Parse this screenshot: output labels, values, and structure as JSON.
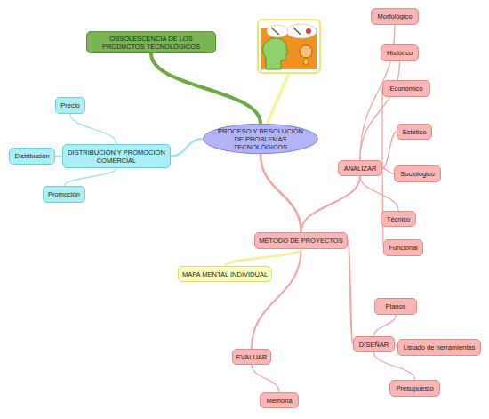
{
  "diagram": {
    "nodes": [
      {
        "text": [
          "PROCESO Y RESOLUCIÓN DE PROBLEMAS TECNOLÓGICOS"
        ]
      },
      {
        "text": [
          "OBSOLESCENCIA DE LOS PRODUCTOS TECNOLÓGICOS"
        ]
      },
      {
        "text": [
          "DISTRIBUCIÓN Y PROMOCIÓN COMERCIAL"
        ]
      },
      {
        "text": [
          "Precio"
        ]
      },
      {
        "text": [
          "Distribución"
        ]
      },
      {
        "text": [
          "Promoción"
        ]
      },
      {
        "text": [
          "MÉTODO DE PROYECTOS"
        ]
      },
      {
        "text": [
          "ANALIZAR"
        ]
      },
      {
        "text": [
          "Morfológico"
        ]
      },
      {
        "text": [
          "Histórico"
        ]
      },
      {
        "text": [
          "Económico"
        ]
      },
      {
        "text": [
          "Estético"
        ]
      },
      {
        "text": [
          "Sociológico"
        ]
      },
      {
        "text": [
          "Técnico"
        ]
      },
      {
        "text": [
          "Funcional"
        ]
      },
      {
        "text": [
          "DISEÑAR"
        ]
      },
      {
        "text": [
          "Planos"
        ]
      },
      {
        "text": [
          "Listado de herramientas"
        ]
      },
      {
        "text": [
          "Presupuesto"
        ]
      },
      {
        "text": [
          "EVALUAR"
        ]
      },
      {
        "text": [
          "Memoria"
        ]
      },
      {
        "text": [
          "MAPA MENTAL INDIVIDUAL"
        ]
      }
    ],
    "edges": [
      {
        "from": 0,
        "to": 1,
        "arrow": "none"
      },
      {
        "from": 0,
        "to": 2,
        "arrow": "none"
      },
      {
        "from": 2,
        "to": 3,
        "arrow": "none"
      },
      {
        "from": 2,
        "to": 4,
        "arrow": "none"
      },
      {
        "from": 2,
        "to": 5,
        "arrow": "none"
      },
      {
        "from": 0,
        "to": 6,
        "arrow": "none"
      },
      {
        "from": 6,
        "to": 7,
        "arrow": "none"
      },
      {
        "from": 7,
        "to": 8,
        "arrow": "none"
      },
      {
        "from": 7,
        "to": 9,
        "arrow": "none"
      },
      {
        "from": 7,
        "to": 10,
        "arrow": "none"
      },
      {
        "from": 7,
        "to": 11,
        "arrow": "none"
      },
      {
        "from": 7,
        "to": 12,
        "arrow": "none"
      },
      {
        "from": 7,
        "to": 13,
        "arrow": "none"
      },
      {
        "from": 7,
        "to": 14,
        "arrow": "none"
      },
      {
        "from": 6,
        "to": 15,
        "arrow": "none"
      },
      {
        "from": 15,
        "to": 16,
        "arrow": "none"
      },
      {
        "from": 15,
        "to": 17,
        "arrow": "none"
      },
      {
        "from": 15,
        "to": 18,
        "arrow": "none"
      },
      {
        "from": 6,
        "to": 19,
        "arrow": "none"
      },
      {
        "from": 19,
        "to": 20,
        "arrow": "none"
      },
      {
        "from": 6,
        "to": 21,
        "arrow": "none"
      }
    ]
  }
}
